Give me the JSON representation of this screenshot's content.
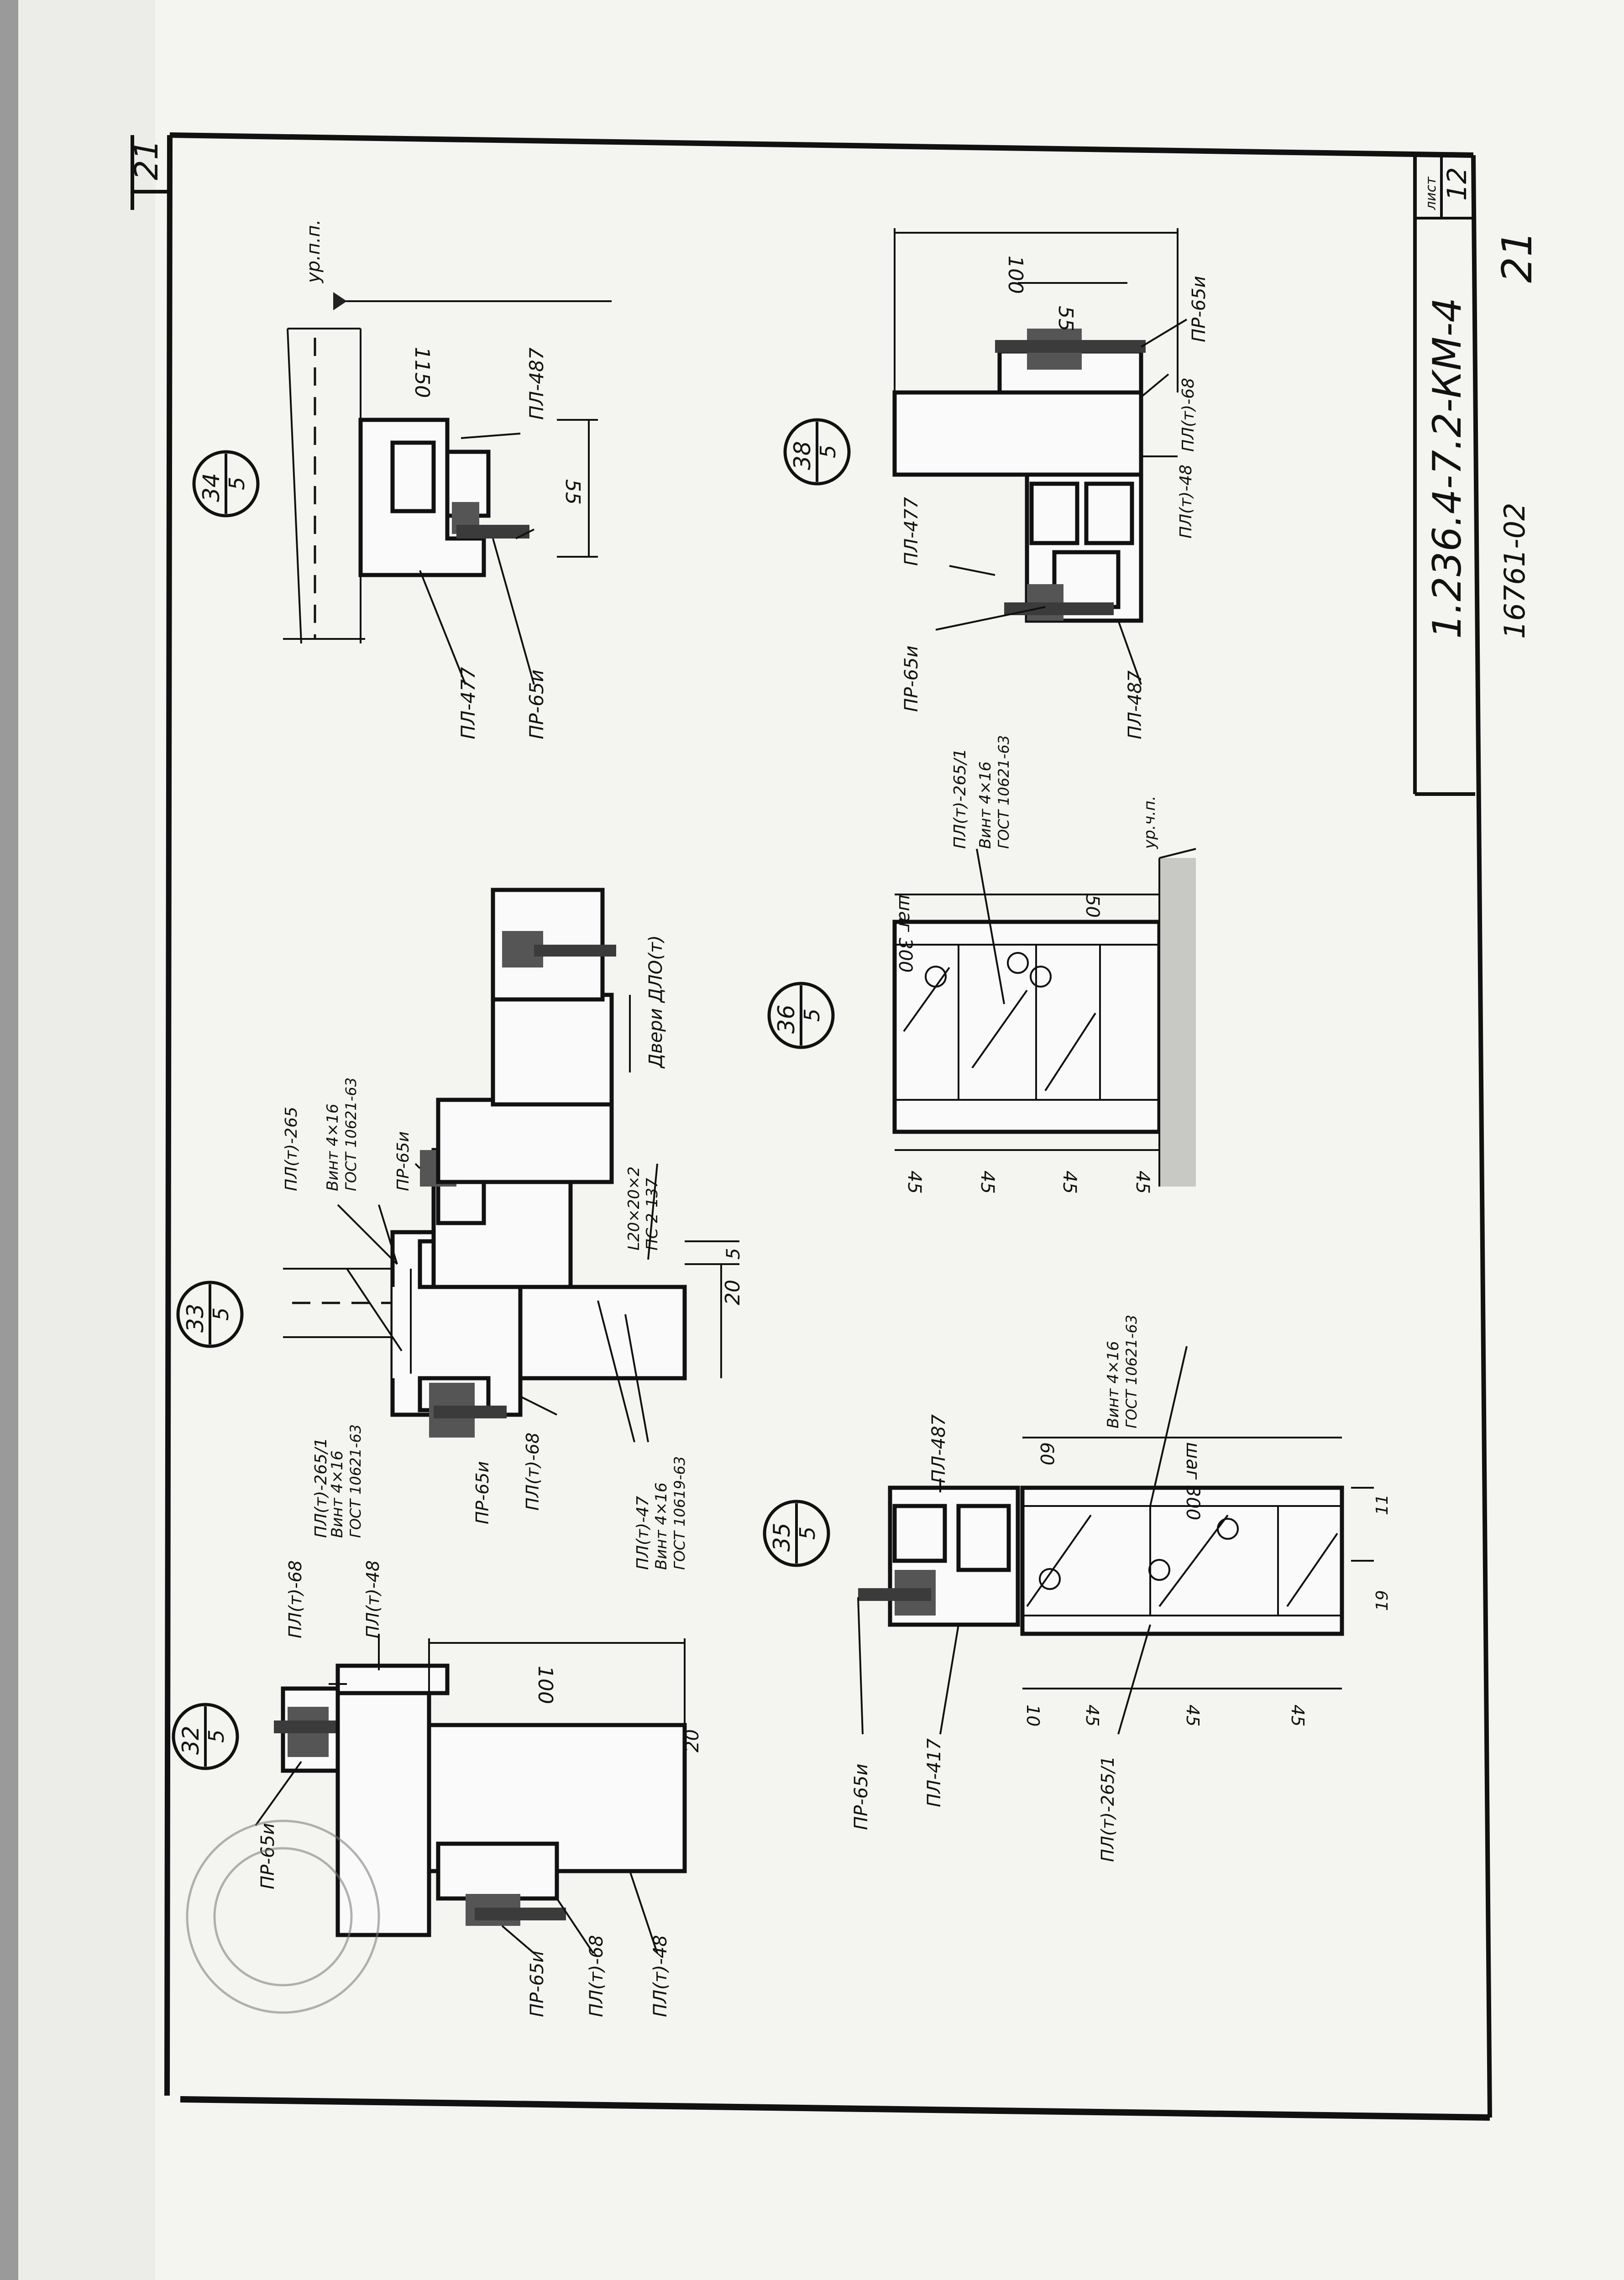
{
  "sheet": {
    "corner_number": "21",
    "designation": "1.236.4-7.2-КМ-4",
    "inventory_number": "16761-02",
    "bottom_right_number": "21",
    "list_label": "лист",
    "list_number": "12"
  },
  "details": {
    "d32": {
      "num": "32",
      "den": "5",
      "labels": [
        "ПР-65и",
        "ПЛ(т)-68",
        "ПЛ(т)-48",
        "ПР-65и",
        "ПЛ(т)-68",
        "ПЛ(т)-48"
      ],
      "dims": [
        "100",
        "20"
      ]
    },
    "d33": {
      "num": "33",
      "den": "5",
      "labels": [
        "ПЛ(т)-265/1",
        "Винт 4×16",
        "ГОСТ 10621-63",
        "ПР-65и",
        "ПЛ(т)-68",
        "ПЛ(т)-47",
        "Винт 4×16",
        "ГОСТ 10619-63",
        "ПЛ(т)-265",
        "Винт 4×16",
        "ГОСТ 10621-63",
        "ПР-65и",
        "Двери ДЛО(т)",
        "L20×20×2",
        "ПС 2-137"
      ],
      "dims": [
        "20",
        "5"
      ]
    },
    "d34": {
      "num": "34",
      "den": "5",
      "labels": [
        "ПЛ-477",
        "ПР-65и",
        "ПЛ-487",
        "ур.п.п."
      ],
      "dims": [
        "1150",
        "55"
      ]
    },
    "d35": {
      "num": "35",
      "den": "5",
      "labels": [
        "ПР-65и",
        "ПЛ-417",
        "ПЛ(т)-265/1",
        "ПЛ-487",
        "Винт 4×16",
        "ГОСТ 10621-63"
      ],
      "dims": [
        "60",
        "шаг 300",
        "10",
        "45",
        "45",
        "45",
        "19",
        "11"
      ]
    },
    "d36": {
      "num": "36",
      "den": "5",
      "labels": [
        "ПЛ(т)-265/1",
        "Винт 4×16",
        "ГОСТ 10621-63",
        "ур.ч.п."
      ],
      "dims": [
        "шаг 300",
        "50",
        "45",
        "45",
        "45",
        "45"
      ]
    },
    "d38": {
      "num": "38",
      "den": "5",
      "labels": [
        "ПЛ-477",
        "ПР-65и",
        "ПЛ-487",
        "ПЛ(т)-48",
        "ПЛ(т)-68",
        "ПР-65и"
      ],
      "dims": [
        "100",
        "55"
      ]
    }
  }
}
